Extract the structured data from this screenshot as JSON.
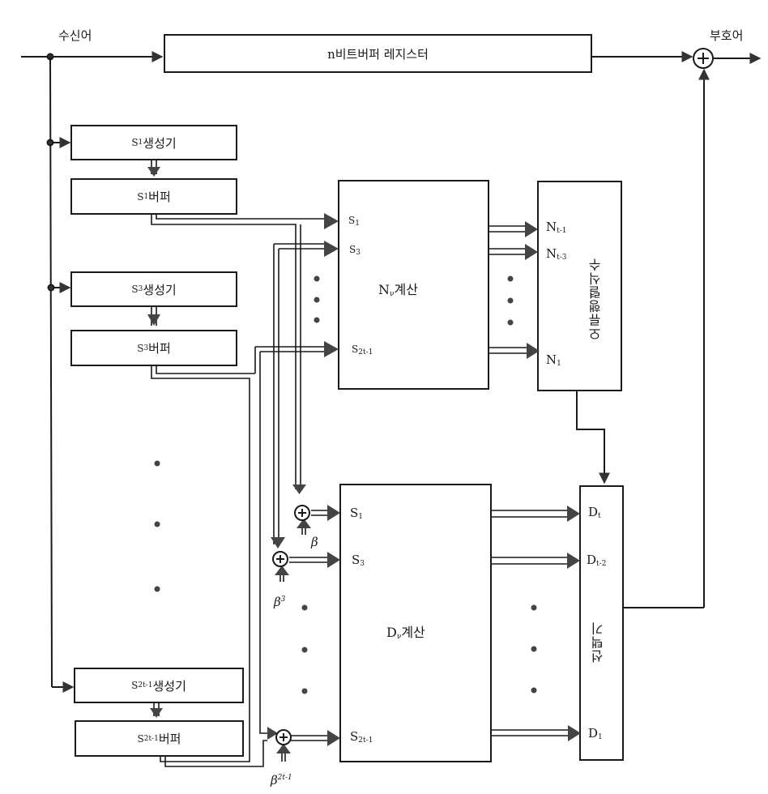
{
  "diagram": {
    "input_label": "수신어",
    "output_label": "부호어",
    "buffer_register": "n비트버퍼 레지스터",
    "generators": [
      {
        "symbol": "S",
        "sub": "1",
        "generator": "생성기",
        "buffer": "버퍼"
      },
      {
        "symbol": "S",
        "sub": "3",
        "generator": "생성기",
        "buffer": "버퍼"
      },
      {
        "symbol": "S",
        "sub": "2t-1",
        "generator": "생성기",
        "buffer": "버퍼"
      }
    ],
    "n_calc": {
      "label_main": "N",
      "label_sub": "ν",
      "label_suffix": "계산",
      "inputs": [
        {
          "main": "S",
          "sub": "1"
        },
        {
          "main": "S",
          "sub": "3"
        },
        {
          "main": "S",
          "sub": "2t-1"
        }
      ]
    },
    "error_poly": {
      "label": "오류행렬식수",
      "inputs": [
        {
          "main": "N",
          "sub": "t-1"
        },
        {
          "main": "N",
          "sub": "t-3"
        },
        {
          "main": "N",
          "sub": "1"
        }
      ]
    },
    "d_calc": {
      "label_main": "D",
      "label_sub": "ν",
      "label_suffix": "계산",
      "inputs": [
        {
          "main": "S",
          "sub": "1"
        },
        {
          "main": "S",
          "sub": "3"
        },
        {
          "main": "S",
          "sub": "2t-1"
        }
      ]
    },
    "selector": {
      "label": "선택기",
      "inputs": [
        {
          "main": "D",
          "sub": "t"
        },
        {
          "main": "D",
          "sub": "t-2"
        },
        {
          "main": "D",
          "sub": "1"
        }
      ]
    },
    "adders": [
      {
        "coef": "β",
        "power": ""
      },
      {
        "coef": "β",
        "power": "3"
      },
      {
        "coef": "β",
        "power": "2t-1"
      }
    ],
    "ellipsis": "•"
  }
}
